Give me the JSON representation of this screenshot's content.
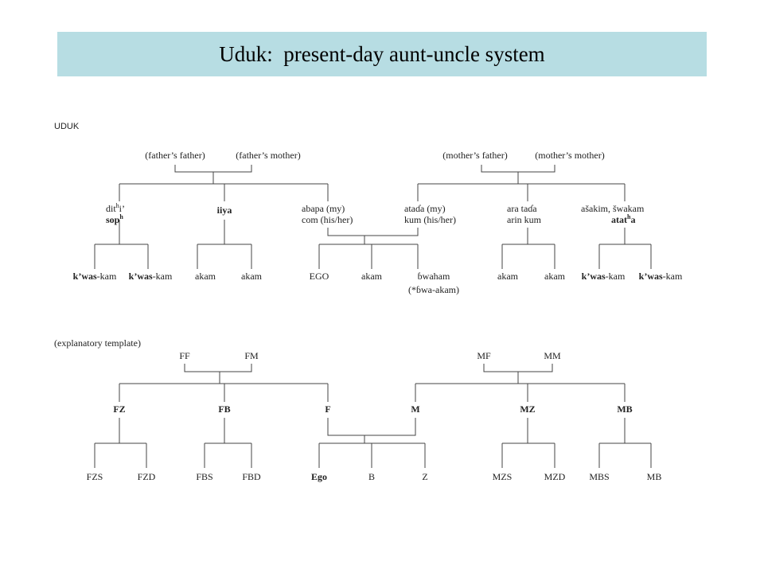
{
  "title": "Uduk:  present-day aunt-uncle system",
  "uduk": {
    "heading": "UDUK",
    "ff": "(father’s father)",
    "fm": "(father’s mother)",
    "mf": "(mother’s father)",
    "mm": "(mother’s mother)",
    "fz_1": "dit",
    "fz_1_sup": "h",
    "fz_1_end": "i’",
    "fz_2": "sop",
    "fz_2_sup": "h",
    "fb": "iiya",
    "f_1": "abapa (my)",
    "f_2": "com (his/her)",
    "m_1": "ataɗa (my)",
    "m_2": "kum (his/her)",
    "mz_1": "ara taɗa",
    "mz_2": "arin kum",
    "mb_1": "ašakim, šwakam",
    "mb_2a": "atat",
    "mb_2sup": "h",
    "mb_2b": "a",
    "kwas": "k’was",
    "kam": "-kam",
    "akam": "akam",
    "ego": "EGO",
    "bwaham": "ɓwaham",
    "bwaham_note": "(*ɓwa-akam)"
  },
  "template": {
    "heading": "(explanatory template)",
    "ff": "FF",
    "fm": "FM",
    "mf": "MF",
    "mm": "MM",
    "fz": "FZ",
    "fb": "FB",
    "f": "F",
    "m": "M",
    "mz": "MZ",
    "mb": "MB",
    "fzs": "FZS",
    "fzd": "FZD",
    "fbs": "FBS",
    "fbd": "FBD",
    "ego": "Ego",
    "b": "B",
    "z": "Z",
    "mzs": "MZS",
    "mzd": "MZD",
    "mbs": "MBS",
    "mbc": "MB"
  }
}
